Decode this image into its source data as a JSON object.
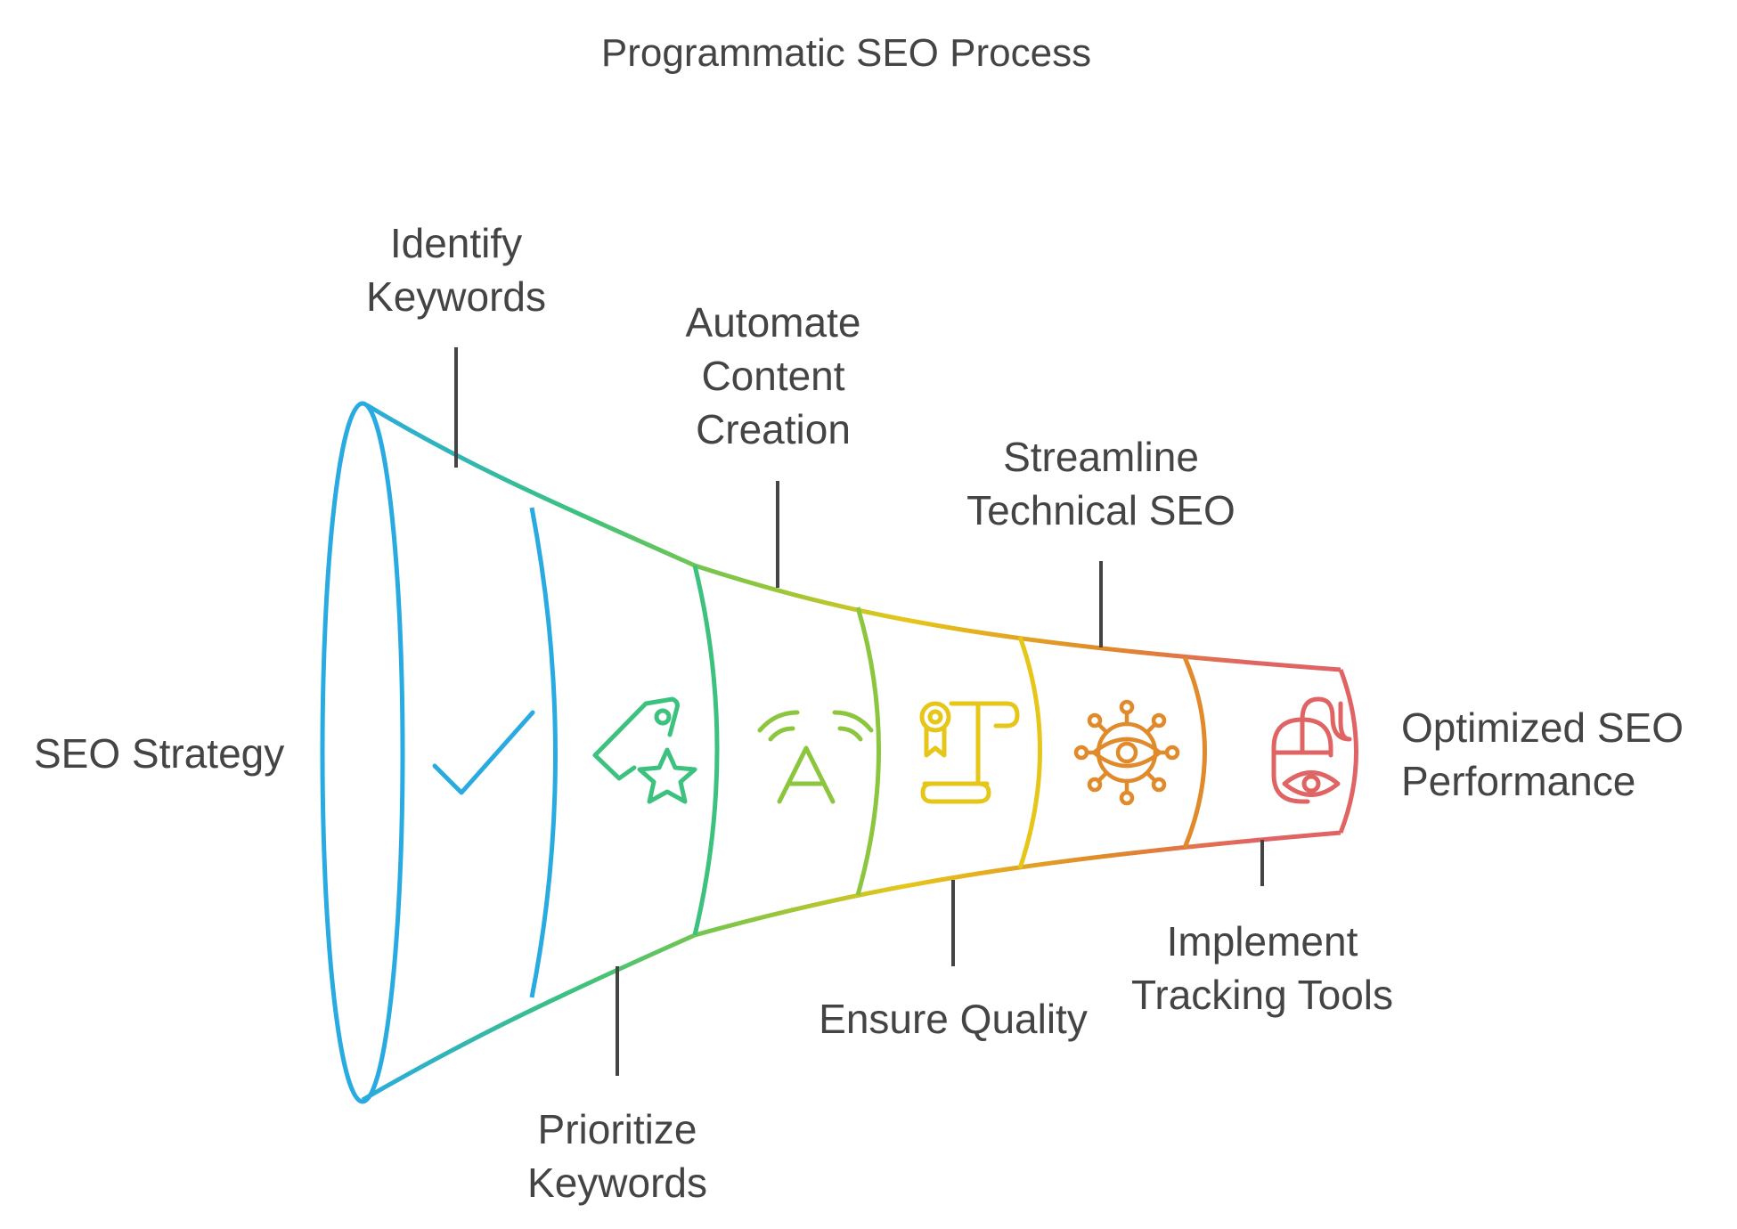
{
  "title": "Programmatic SEO Process",
  "start_label": "SEO Strategy",
  "end_label": [
    "Optimized SEO",
    "Performance"
  ],
  "stages": [
    {
      "label": [
        "Identify",
        "Keywords"
      ],
      "icon": "checkmark-icon",
      "color": "#29abe2"
    },
    {
      "label": [
        "Prioritize",
        "Keywords"
      ],
      "icon": "tag-star-icon",
      "color": "#3cc27e"
    },
    {
      "label": [
        "Automate",
        "Content",
        "Creation"
      ],
      "icon": "ai-text-icon",
      "color": "#8cc63f"
    },
    {
      "label": [
        "Ensure Quality"
      ],
      "icon": "certificate-scroll-icon",
      "color": "#e6c619"
    },
    {
      "label": [
        "Streamline",
        "Technical SEO"
      ],
      "icon": "eye-network-icon",
      "color": "#e08a2b"
    },
    {
      "label": [
        "Implement",
        "Tracking Tools"
      ],
      "icon": "mouse-eye-icon",
      "color": "#e06464"
    }
  ]
}
